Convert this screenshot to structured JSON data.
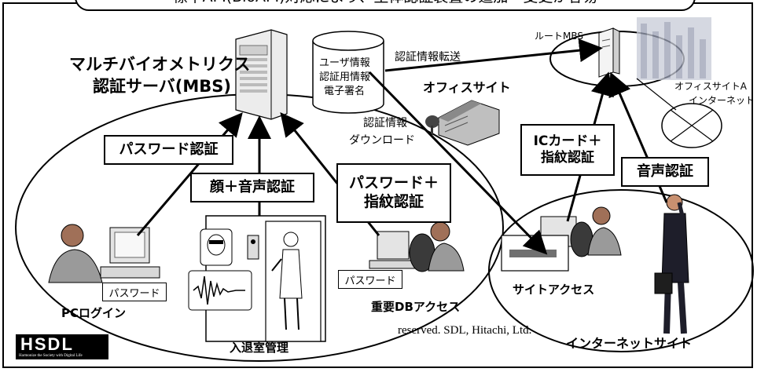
{
  "banner": "標準API(BioAPI)対応により、生体認証装置の追加・変更が容易",
  "server": {
    "title_line1": "マルチバイオメトリクス",
    "title_line2": "認証サーバ(MBS)"
  },
  "database": {
    "line1": "ユーザ情報",
    "line2": "認証用情報",
    "line3": "電子署名"
  },
  "labels": {
    "transfer": "認証情報転送",
    "office_site": "オフィスサイト",
    "download_line1": "認証情報",
    "download_line2": "ダウンロード",
    "root_mbs": "ルートMBS",
    "office_site_a": "オフィスサイトA",
    "internet": "インターネット",
    "pc_login": "PCログイン",
    "room_access": "入退室管理",
    "db_access": "重要DBアクセス",
    "site_access": "サイトアクセス",
    "internet_site": "インターネットサイト",
    "copyright": "reserved. SDL, Hitachi, Ltd."
  },
  "auth_boxes": {
    "password": "パスワード認証",
    "face_voice": "顔＋音声認証",
    "password_finger_line1": "パスワード＋",
    "password_finger_line2": "指紋認証",
    "ic_finger_line1": "ICカード＋",
    "ic_finger_line2": "指紋認証",
    "voice": "音声認証"
  },
  "password_tags": {
    "pc": "パスワード",
    "db": "パスワード"
  },
  "logo": {
    "text": "HSDL",
    "tagline": "Harmonize the Society with Digital Life"
  },
  "colors": {
    "line": "#000000",
    "server_fill": "#e8e8e8",
    "building": "#c8ccd8"
  }
}
